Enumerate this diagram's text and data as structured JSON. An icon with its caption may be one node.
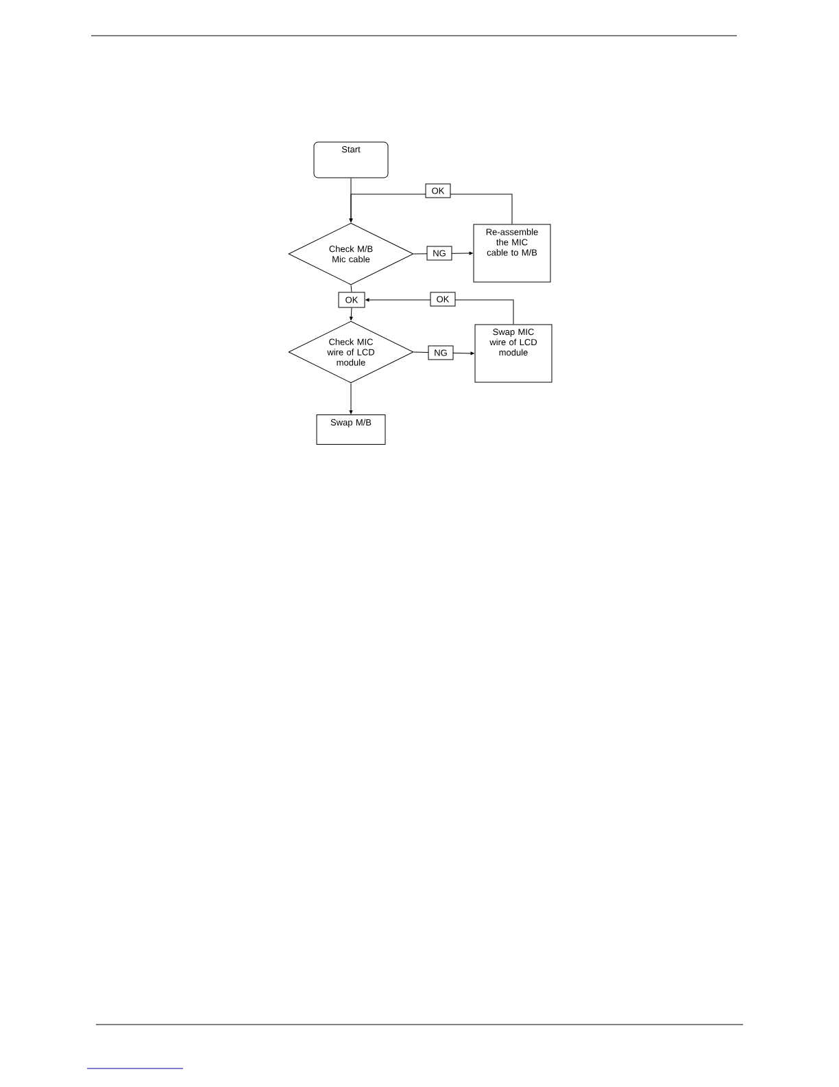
{
  "diagram": {
    "nodes": [
      {
        "text": [
          "Start"
        ]
      },
      {
        "text": [
          "Check M/B Mic cable"
        ]
      },
      {
        "text": [
          "Re-assemble the MIC cable to M/B"
        ]
      },
      {
        "text": [
          "OK"
        ]
      },
      {
        "text": [
          "Check MIC wire of LCD module"
        ]
      },
      {
        "text": [
          "Swap MIC wire of LCD module"
        ]
      },
      {
        "text": [
          "Swap M/B"
        ]
      }
    ],
    "edges": [
      {
        "from": 0,
        "to": 1,
        "arrow": "to"
      },
      {
        "from": 1,
        "to": 2,
        "arrow": "to",
        "label": "NG"
      },
      {
        "from": 2,
        "to": 1,
        "arrow": "to",
        "label": "OK"
      },
      {
        "from": 1,
        "to": 3,
        "arrow": "none"
      },
      {
        "from": 3,
        "to": 4,
        "arrow": "to"
      },
      {
        "from": 5,
        "to": 3,
        "arrow": "to",
        "label": "OK"
      },
      {
        "from": 4,
        "to": 5,
        "arrow": "to",
        "label": "NG"
      },
      {
        "from": 4,
        "to": 6,
        "arrow": "to"
      }
    ]
  }
}
